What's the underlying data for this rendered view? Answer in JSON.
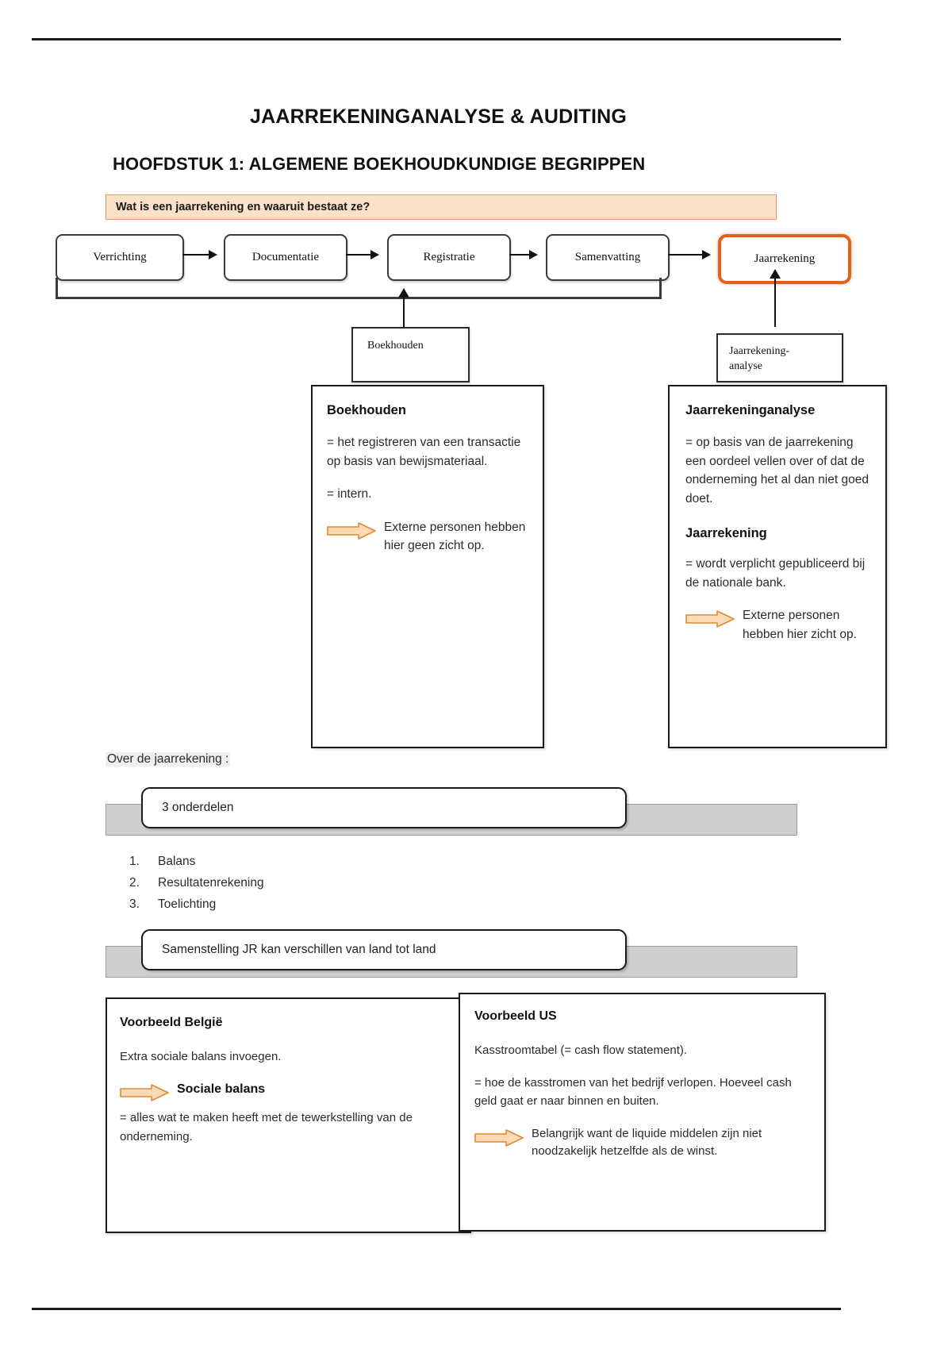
{
  "document": {
    "title": "JAARREKENINGANALYSE & AUDITING",
    "chapter": "HOOFDSTUK 1: ALGEMENE BOEKHOUDKUNDIGE BEGRIPPEN",
    "highlight_banner": "Wat is een jaarrekening en waaruit bestaat ze?"
  },
  "flow": {
    "nodes": [
      {
        "label": "Verrichting"
      },
      {
        "label": "Documentatie"
      },
      {
        "label": "Registratie"
      },
      {
        "label": "Samenvatting"
      },
      {
        "label": "Jaarrekening"
      }
    ],
    "callouts": [
      {
        "label": "Boekhouden"
      },
      {
        "label": "Jaarrekening-\nanalyse"
      }
    ]
  },
  "boxes": {
    "boekhouden": {
      "heading": "Boekhouden",
      "para1": "= het registreren van een transactie op basis van bewijsmateriaal.",
      "para2": "= intern.",
      "arrow_text": "Externe personen hebben hier geen zicht op."
    },
    "jaarrekeninganalyse": {
      "heading": "Jaarrekeninganalyse",
      "para1": "= op basis van de jaarrekening een oordeel vellen over of dat de onderneming het al dan niet goed doet.",
      "heading2": "Jaarrekening",
      "para2": "= wordt verplicht gepubliceerd bij de nationale bank.",
      "arrow_text": "Externe personen hebben hier zicht op."
    }
  },
  "section": {
    "over_label": "Over de jaarrekening :",
    "banner1": "3 onderdelen",
    "list": [
      {
        "num": "1.",
        "label": "Balans"
      },
      {
        "num": "2.",
        "label": "Resultatenrekening"
      },
      {
        "num": "3.",
        "label": "Toelichting"
      }
    ],
    "banner2": "Samenstelling JR kan verschillen van land tot land"
  },
  "examples": {
    "belgium": {
      "heading": "Voorbeeld België",
      "para1": "Extra sociale balans invoegen.",
      "arrow_bold": "Sociale balans",
      "arrow_body": "= alles wat te maken heeft met de tewerkstelling van de onderneming."
    },
    "us": {
      "heading": "Voorbeeld US",
      "para1": "Kasstroomtabel (= cash flow statement).",
      "para2": "= hoe de kasstromen van het bedrijf verlopen. Hoeveel cash geld gaat er naar binnen en buiten.",
      "arrow_text": "Belangrijk want de liquide middelen zijn niet noodzakelijk hetzelfde als de winst."
    }
  },
  "colors": {
    "accent_orange": "#e2601a",
    "highlight_fill": "#fce0c8",
    "arrow_fill": "#fbd9b5",
    "arrow_stroke": "#e08a35",
    "gray_bar": "#cfcfcf"
  }
}
